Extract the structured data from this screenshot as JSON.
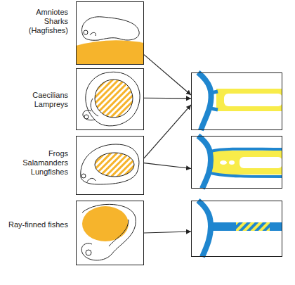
{
  "diagram": {
    "nodes": [
      {
        "text": [
          "Amniotes",
          "Sharks",
          "(Hagfishes)"
        ]
      },
      {
        "text": [
          "Caecilians",
          "Lampreys"
        ]
      },
      {
        "text": [
          "Frogs",
          "Salamanders",
          "Lungfishes"
        ]
      },
      {
        "text": [
          "Ray-finned fishes"
        ]
      },
      {
        "text": []
      },
      {
        "text": []
      },
      {
        "text": []
      }
    ],
    "edges": [
      {
        "from": 0,
        "to": 4,
        "arrow": "to"
      },
      {
        "from": 1,
        "to": 4,
        "arrow": "to"
      },
      {
        "from": 2,
        "to": 4,
        "arrow": "to"
      },
      {
        "from": 2,
        "to": 5,
        "arrow": "to"
      },
      {
        "from": 3,
        "to": 6,
        "arrow": "to"
      }
    ]
  }
}
